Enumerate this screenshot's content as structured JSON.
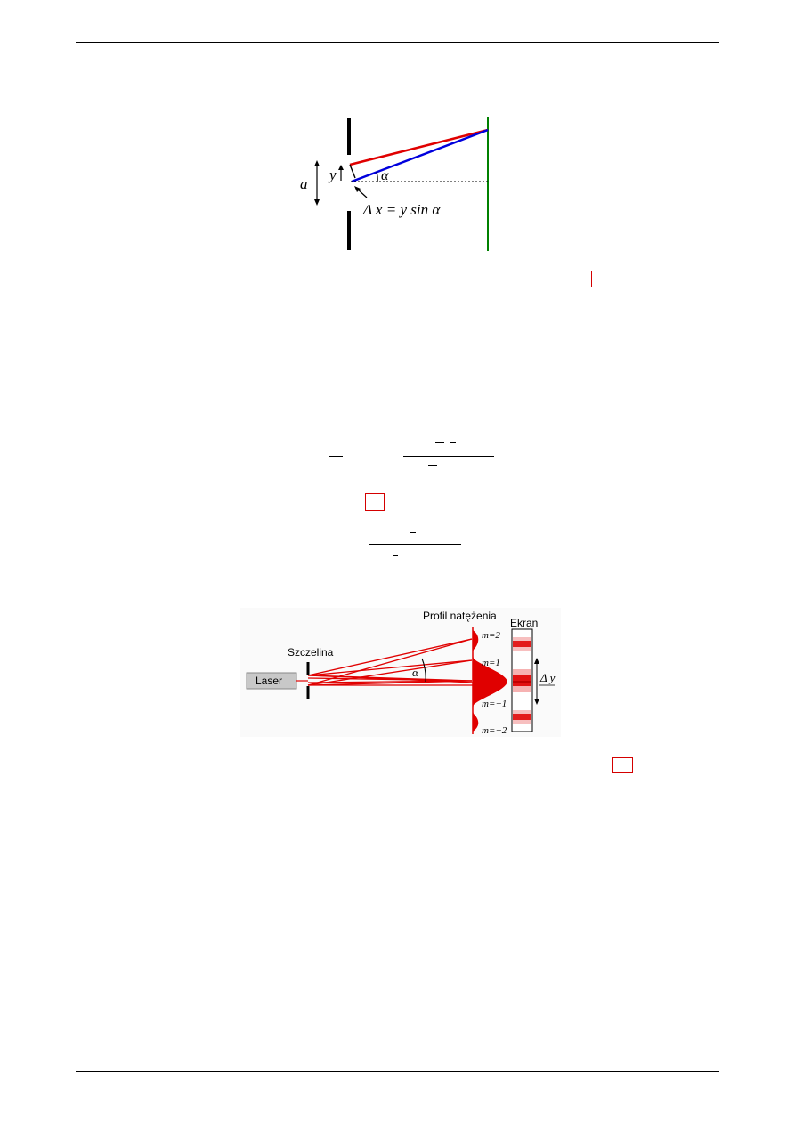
{
  "fig1": {
    "label_a": "a",
    "label_y": "y",
    "label_alpha": "α",
    "label_formula": "Δ x = y sin α"
  },
  "fig2": {
    "label_profile": "Profil natężenia",
    "label_screen": "Ekran",
    "label_slit": "Szczelina",
    "label_laser": "Laser",
    "label_alpha": "α",
    "label_dy": "Δ y",
    "orders": [
      "m=2",
      "m=1",
      "m=−1",
      "m=−2"
    ]
  },
  "colors": {
    "red_ray": "#e00000",
    "blue_ray": "#0000dd",
    "screen_green": "#008000",
    "marker_red": "#d40000",
    "laser_gray": "#c8c8c8"
  }
}
